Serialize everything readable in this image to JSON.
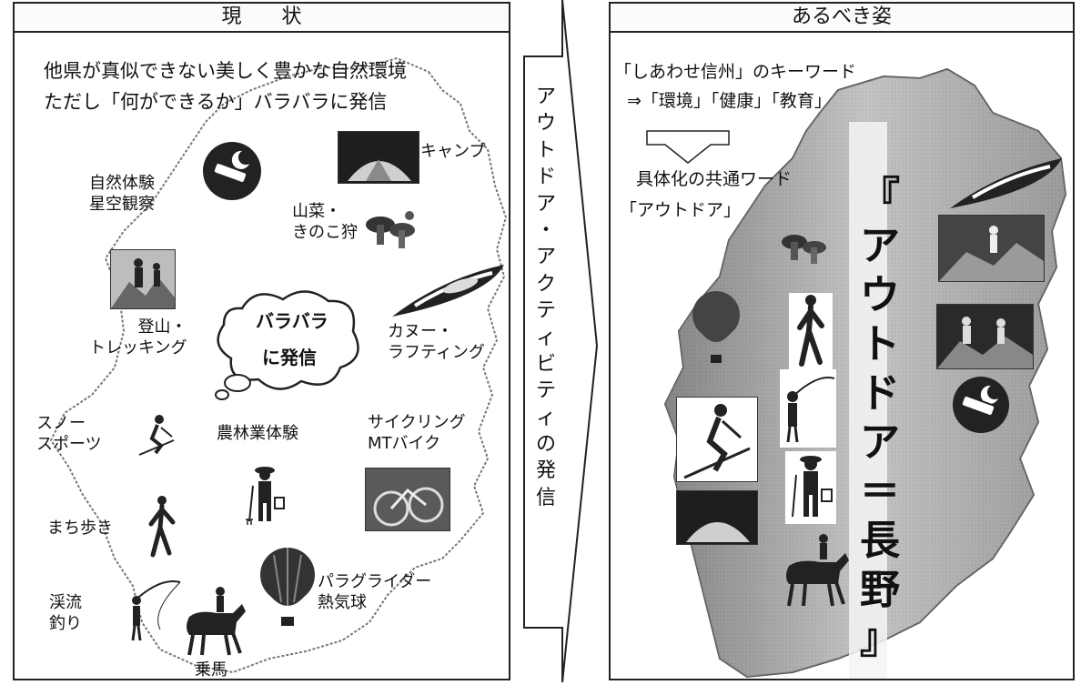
{
  "left_panel": {
    "title": "現　　状",
    "headline1": "他県が真似できない美しく豊かな自然環境",
    "headline2": "ただし「何ができるか」バラバラに発信",
    "bubble_line1": "バラバラ",
    "bubble_line2": "に発信",
    "labels": {
      "nature": "自然体験\n星空観察",
      "camp": "キャンプ",
      "sansai": "山菜・\nきのこ狩",
      "tozan": "登山・\nトレッキング",
      "canoe": "カヌー・\nラフティング",
      "snow": "スノー\nスポーツ",
      "farm": "農林業体験",
      "cycling": "サイクリング\nMTバイク",
      "walk": "まち歩き",
      "paraglider": "パラグライダー\n熱気球",
      "fishing": "渓流\n釣り",
      "horse": "乗馬"
    }
  },
  "middle_arrow": {
    "chars": [
      "ア",
      "ウ",
      "ト",
      "ド",
      "ア",
      "・",
      "ア",
      "ク",
      "テ",
      "ィ",
      "ビ",
      "テ",
      "ィ",
      "の",
      "発",
      "信"
    ]
  },
  "right_panel": {
    "title": "あるべき姿",
    "line1": "「しあわせ信州」のキーワード",
    "line2": "⇒「環境」「健康」「教育」",
    "line3": "具体化の共通ワード",
    "line4": "「アウトドア」",
    "vertical_chars": [
      "『",
      "ア",
      "ウ",
      "ト",
      "ド",
      "ア",
      "＝",
      "長",
      "野",
      "』"
    ]
  }
}
